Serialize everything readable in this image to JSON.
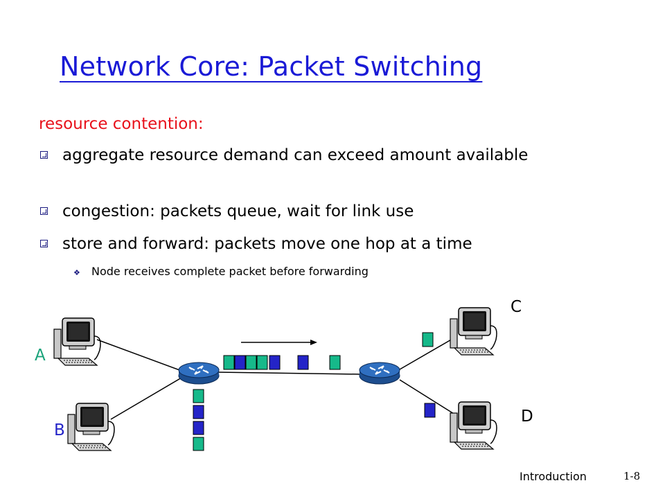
{
  "slide": {
    "title": "Network Core: Packet Switching",
    "subheading": "resource contention:",
    "bullets": [
      "aggregate resource demand can exceed amount available",
      "congestion: packets queue, wait for link use",
      "store and forward: packets move one hop at a time"
    ],
    "sub_bullet": "Node receives complete packet before forwarding",
    "footer_label": "Introduction",
    "page_number": "1-8"
  },
  "diagram": {
    "nodes": {
      "a": "A",
      "b": "B",
      "c": "C",
      "d": "D"
    },
    "colors": {
      "packet_green": "#16b98a",
      "packet_blue": "#2424c8",
      "router_blue": "#2f6fc0",
      "label_green": "#1aa37a"
    },
    "icons": [
      "computer-icon",
      "router-icon",
      "arrow-icon"
    ]
  }
}
